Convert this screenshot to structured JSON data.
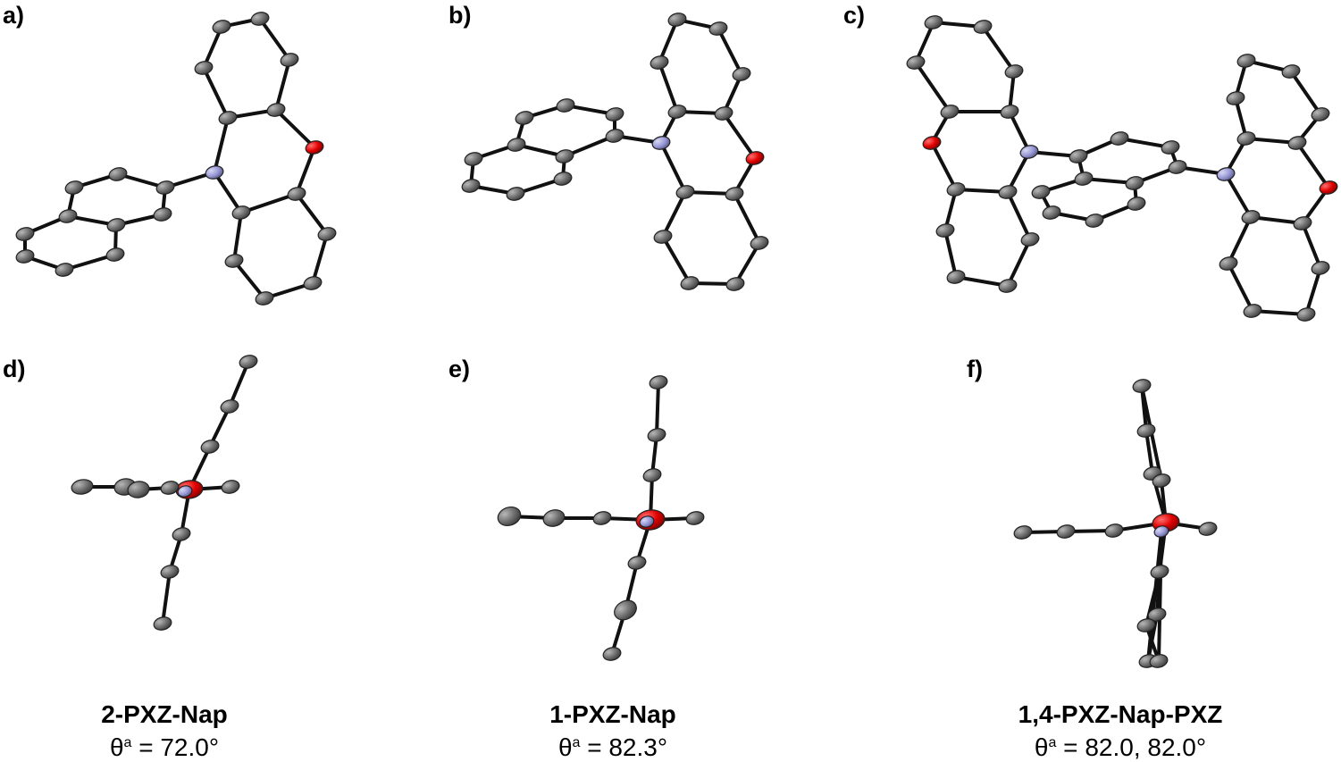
{
  "panels": {
    "a": "a)",
    "b": "b)",
    "c": "c)",
    "d": "d)",
    "e": "e)",
    "f": "f)"
  },
  "captions": [
    {
      "name": "2-PXZ-Nap",
      "theta_symbol": "θ",
      "theta_sup": "a",
      "theta_value": " = 72.0°"
    },
    {
      "name": "1-PXZ-Nap",
      "theta_symbol": "θ",
      "theta_sup": "a",
      "theta_value": " = 82.3°"
    },
    {
      "name": "1,4-PXZ-Nap-PXZ",
      "theta_symbol": "θ",
      "theta_sup": "a",
      "theta_value": " = 82.0, 82.0°"
    }
  ],
  "colors": {
    "carbon": "#6e6e6e",
    "nitrogen": "#9a9ad6",
    "oxygen": "#e00000",
    "bond": "#111111"
  }
}
